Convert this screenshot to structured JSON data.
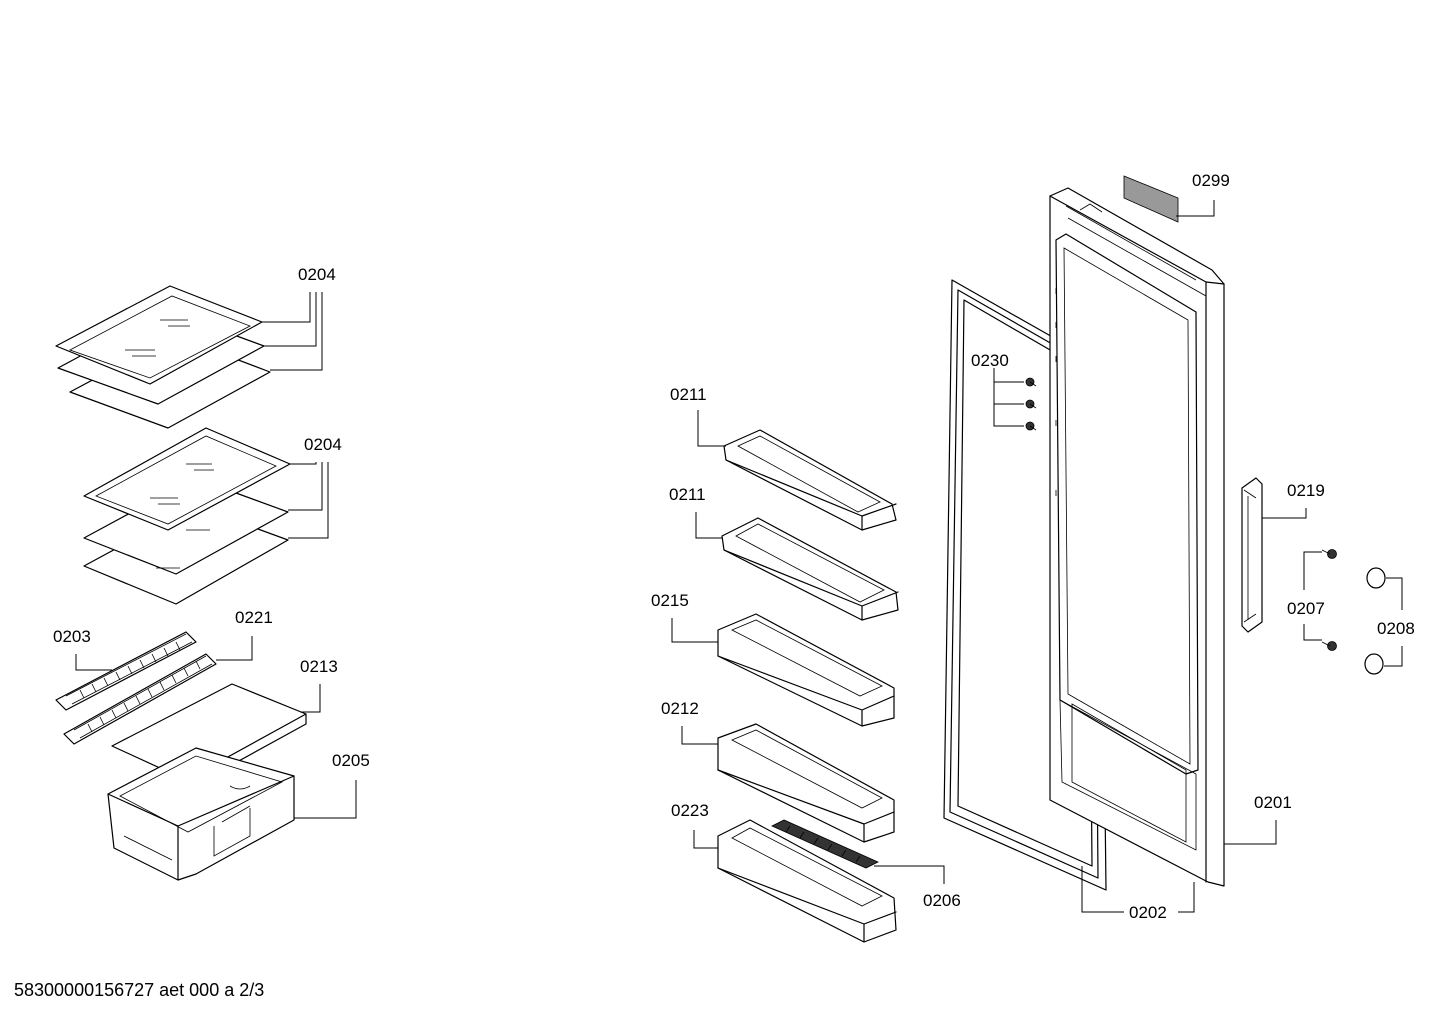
{
  "diagram": {
    "labels": {
      "l0299": "0299",
      "l0204a": "0204",
      "l0204b": "0204",
      "l0230": "0230",
      "l0211a": "0211",
      "l0211b": "0211",
      "l0219": "0219",
      "l0215": "0215",
      "l0207": "0207",
      "l0208": "0208",
      "l0203": "0203",
      "l0221": "0221",
      "l0213": "0213",
      "l0212": "0212",
      "l0205": "0205",
      "l0201": "0201",
      "l0223": "0223",
      "l0206": "0206",
      "l0202": "0202"
    },
    "footer": "58300000156727 aet 000 a 2/3"
  }
}
